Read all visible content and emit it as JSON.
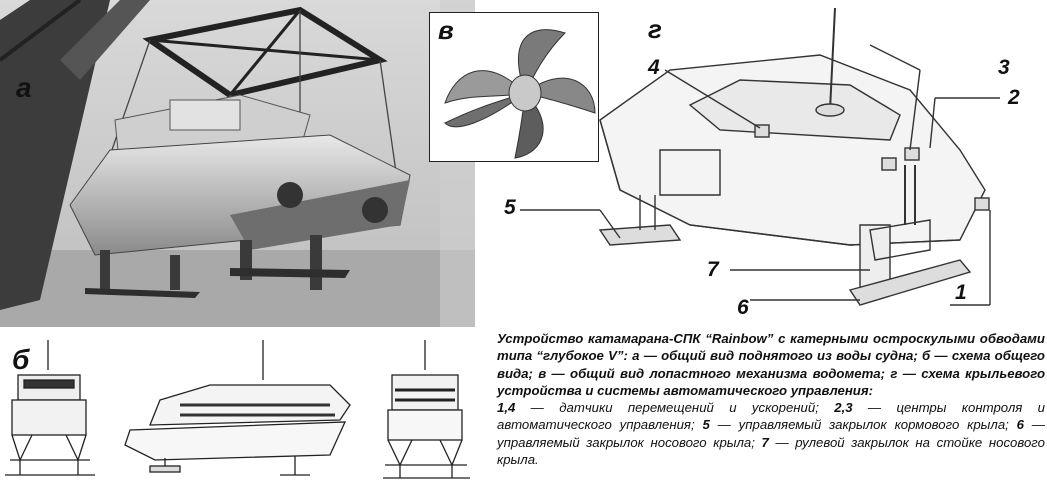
{
  "labels": {
    "a": "а",
    "b": "б",
    "v": "в",
    "g": "г"
  },
  "numbers": {
    "n1": "1",
    "n2": "2",
    "n3": "3",
    "n4": "4",
    "n5": "5",
    "n6": "6",
    "n7": "7"
  },
  "caption": {
    "title": "Устройство катамарана-СПК “Rainbow” с катерными остроскулыми обводами типа “глубокое V”: а — общий вид поднятого из воды судна; б — схема общего вида; в — общий вид лопастного механизма водомета; г — схема крыльевого устройства и системы автоматического управления:",
    "legend": [
      {
        "key": "1,4",
        "text": " — датчики перемещений и ускорений; "
      },
      {
        "key": "2,3",
        "text": " — центры контроля и автоматического управления; "
      },
      {
        "key": "5",
        "text": " — управляемый закрылок кормового крыла; "
      },
      {
        "key": "6",
        "text": " — управляемый закрылок носового крыла; "
      },
      {
        "key": "7",
        "text": " — рулевой закрылок на стойке носового крыла."
      }
    ]
  }
}
